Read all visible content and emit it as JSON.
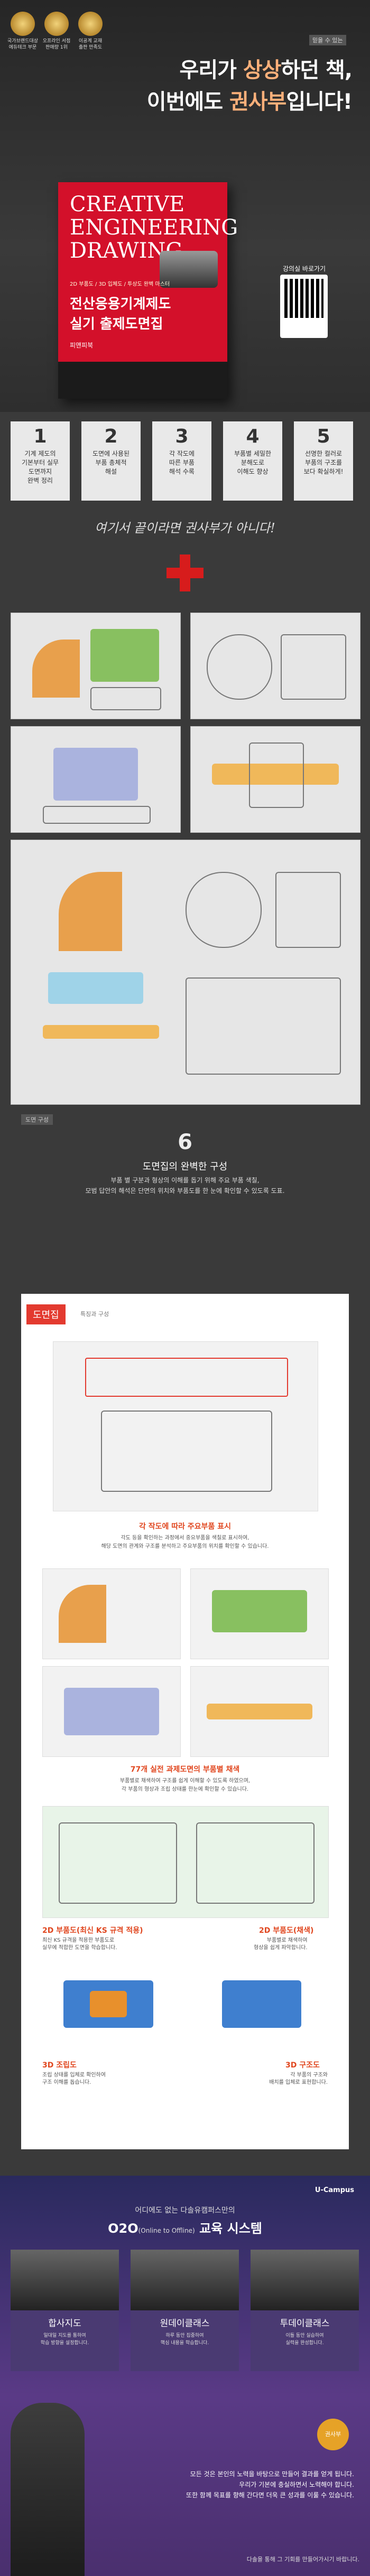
{
  "awards": [
    {
      "text": "국가브랜드대상\n에듀테크 부문"
    },
    {
      "text": "오프라인 서점\n판매량 1위"
    },
    {
      "text": "이공계 교재\n출판 만족도"
    }
  ],
  "tag_small": "믿을 수 있는",
  "headline": {
    "line1_a": "우리가 ",
    "line1_hl": "상상",
    "line1_b": "하던 책,",
    "line2_a": "이번에도 ",
    "line2_hl": "권사부",
    "line2_b": "입니다!"
  },
  "book": {
    "title_en": "CREATIVE\nENGINEERING\nDRAWING",
    "subtitle": "2D 부품도 / 3D 입체도 / 투상도 완벽 마스터",
    "title_ko1": "전산응용기계제도",
    "title_ko2": "실기 출제도면집",
    "publisher": "피앤피북"
  },
  "qr_label": "강의실 바로가기",
  "features": [
    {
      "num": "1",
      "text": "기계 제도의\n기본부터 실무\n도면까지\n완벽 정리"
    },
    {
      "num": "2",
      "text": "도면에 사용된\n부품 총체적\n해설"
    },
    {
      "num": "3",
      "text": "각 작도에\n따른 부품\n해석 수록"
    },
    {
      "num": "4",
      "text": "부품별 세밀한\n분해도로\n이해도 향상"
    },
    {
      "num": "5",
      "text": "선명한 컬러로\n부품의 구조를\n보다 확실하게!"
    }
  ],
  "handwrite": "여기서 끝이라면 권사부가 아니다!",
  "summary": {
    "label": "도면 구성",
    "num": "6",
    "title": "도면집의 완벽한 구성",
    "desc1": "부품 별 구분과 형상의 이해를 돕기 위해 주요 부품 색칠,",
    "desc2": "모범 답안의 해석은 단면의 위치와 부품도를 한 눈에 확인할 수 있도록 도표."
  },
  "white": {
    "tag": "도면집",
    "tag_sub": "특징과 구성",
    "cap1_title": "각 작도에 따라 주요부품 표시",
    "cap1_desc": "각도 등을 확인하는 과정에서 중요부품을 색칠로 표시하여,\n해당 도면의 관계와 구조를 분석하고 주요부품의 위치를 확인할 수 있습니다.",
    "cap2_title": "77개 실전 과제도면의 부품별 채색",
    "cap2_desc": "부품별로 채색하여 구조를 쉽게 이해할 수 있도록 하였으며,\n각 부품의 형상과 조립 상태를 한눈에 확인할 수 있습니다.",
    "l1_title": "2D 부품도(최신 KS 규격 적용)",
    "l1_desc": "최신 KS 규격을 적용한 부품도로\n실무에 적합한 도면을 학습합니다.",
    "l2_title": "2D 부품도(채색)",
    "l2_desc": "부품별로 채색하여\n형상을 쉽게 파악합니다.",
    "l3_title": "3D 조립도",
    "l3_desc": "조립 상태를 입체로 확인하여\n구조 이해를 돕습니다.",
    "l4_title": "3D 구조도",
    "l4_desc": "각 부품의 구조와\n배치를 입체로 표현합니다."
  },
  "o2o": {
    "logo": "U-Campus",
    "sub": "어디에도 없는 다솔유캠퍼스만의",
    "title": "O2O",
    "title_small": "(Online to Offline)",
    "title_tail": " 교육 시스템",
    "cards": [
      {
        "title": "합사지도",
        "desc": "일대일 지도를 통하여\n학습 방향을 설정합니다."
      },
      {
        "title": "원데이클래스",
        "desc": "하루 동안 집중하여\n핵심 내용을 학습합니다."
      },
      {
        "title": "투데이클래스",
        "desc": "이틀 동안 실습하여\n실력을 완성합니다."
      }
    ],
    "bubble": "권사부",
    "close1": "모든 것은 본인의 노력을 바탕으로 만들어 결과를 얻게 됩니다.",
    "close2": "우리가 기본에 충실하면서 노력해야 합니다.",
    "close3": "또한 함께 목표를 향해 간다면 더욱 큰 성과를 이룰 수 있습니다.",
    "footnote": "다솔을 통해 그 기회를 만들어가시기 바랍니다."
  }
}
